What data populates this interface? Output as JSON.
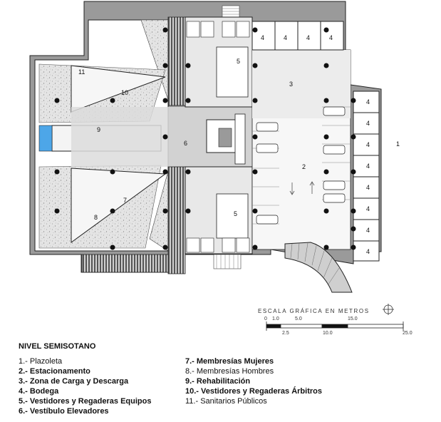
{
  "room_labels": {
    "r1": "1",
    "r2": "2",
    "r3": "3",
    "r4": [
      "4",
      "4",
      "4",
      "4",
      "4",
      "4",
      "4",
      "4",
      "4",
      "4",
      "4",
      "4"
    ],
    "r5a": "5",
    "r5b": "5",
    "r6": "6",
    "r7": "7",
    "r8": "8",
    "r9": "9",
    "r10": "10",
    "r11": "11"
  },
  "scale": {
    "title": "ESCALA GRÁFICA EN METROS",
    "top_ticks": [
      "0",
      "1.0",
      "5.0",
      "15.0"
    ],
    "bottom_ticks": [
      "2.5",
      "10.0",
      "25.0"
    ]
  },
  "legend": {
    "title": "NIVEL SEMISOTANO",
    "left": [
      {
        "text": "1.- Plazoleta",
        "bold": false
      },
      {
        "text": "2.- Estacionamento",
        "bold": true
      },
      {
        "text": "3.- Zona de Carga y Descarga",
        "bold": true
      },
      {
        "text": "4.- Bodega",
        "bold": true
      },
      {
        "text": "5.- Vestidores y Regaderas Equipos",
        "bold": true
      },
      {
        "text": "6.- Vestíbulo Elevadores",
        "bold": true
      }
    ],
    "right": [
      {
        "text": "7.-   Membresías Mujeres",
        "bold": true
      },
      {
        "text": "8.-   Membresías Hombres",
        "bold": false
      },
      {
        "text": "9.-   Rehabilitación",
        "bold": true
      },
      {
        "text": "10.- Vestidores y Regaderas Árbitros",
        "bold": true
      },
      {
        "text": "11.- Sanitarios Públicos",
        "bold": false
      }
    ]
  }
}
